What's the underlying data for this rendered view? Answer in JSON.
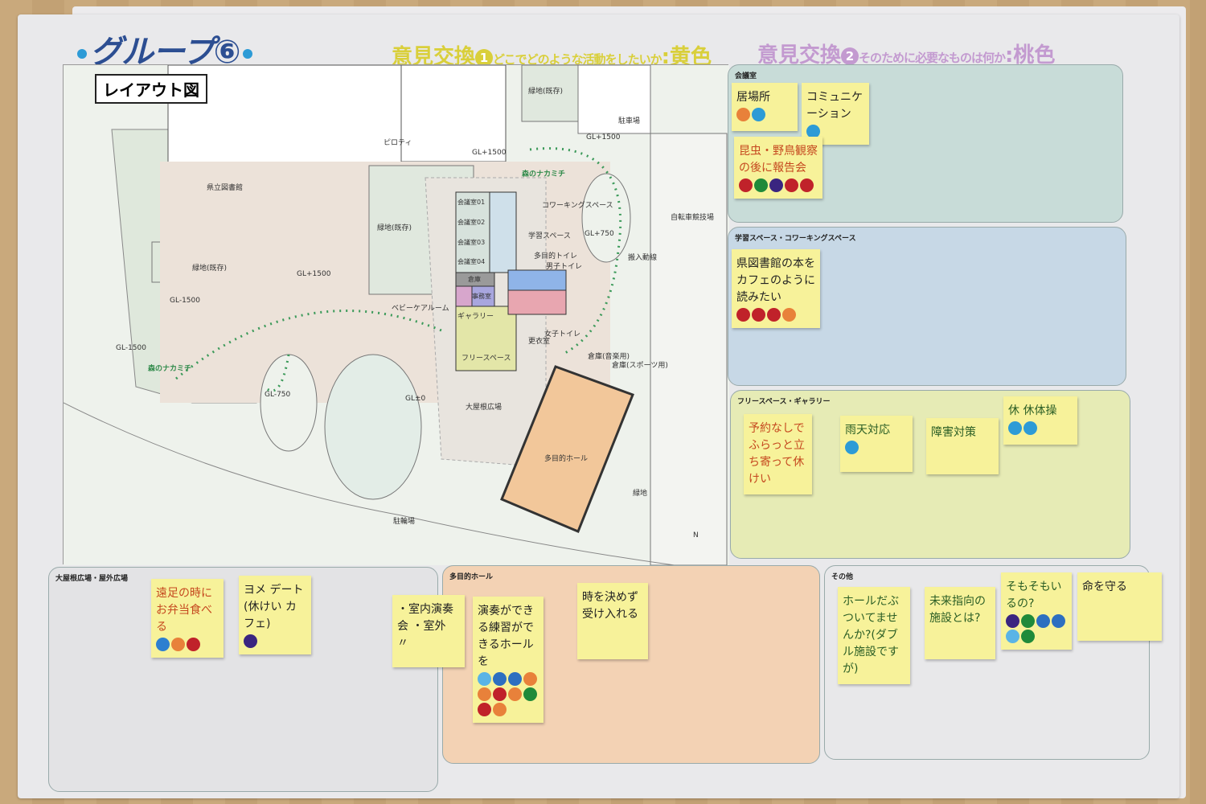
{
  "header": {
    "title": "グループ⑥",
    "q1_label": "意見交換",
    "q1_num": "1",
    "q1_text": "どこでどのような活動をしたいか",
    "q1_color_label": ":黄色",
    "q2_label": "意見交換",
    "q2_num": "2",
    "q2_text": "そのために必要なものは何か",
    "q2_color_label": ":桃色"
  },
  "map": {
    "title": "レイアウト図",
    "labels": {
      "library": "県立図書館",
      "green1": "緑地(既存)",
      "green2": "緑地(既存)",
      "green3": "緑地(既存)",
      "piloti": "ピロティ",
      "gl1500a": "GL+1500",
      "gl1500b": "GL+1500",
      "gl1500c": "GL+1500",
      "gl1500d": "GL-1500",
      "gl1500e": "GL-1500",
      "parking": "駐車場",
      "bike": "自転車競技場",
      "mori1": "森のナカミチ",
      "mori2": "森のナカミチ",
      "mtg1": "会議室01",
      "mtg2": "会議室02",
      "mtg3": "会議室03",
      "mtg4": "会議室04",
      "cowork": "コワーキングスペース",
      "study": "学習スペース",
      "mtoilet": "多目的トイレ",
      "men": "男子トイレ",
      "storage": "倉庫",
      "office": "事務室",
      "baby": "ベビーケアルーム",
      "gallery": "ギャラリー",
      "women": "女子トイレ",
      "locker": "更衣室",
      "free": "フリースペース",
      "gl750a": "GL+750",
      "gl750b": "GL-750",
      "glzero": "GL±0",
      "carry": "搬入動線",
      "st_music": "倉庫(音楽用)",
      "st_sports": "倉庫(スポーツ用)",
      "plaza": "大屋根広場",
      "hall": "多目的ホール",
      "green4": "緑地",
      "bicycle": "駐輪場",
      "north": "N"
    }
  },
  "panels": {
    "meeting": {
      "title": "会議室",
      "notes": [
        {
          "text": "居場所",
          "dots": [
            "#e8813a",
            "#2d9bd6"
          ]
        },
        {
          "text": "コミュニケーション",
          "dots": [
            "#2d9bd6"
          ]
        },
        {
          "text": "昆虫・野鳥観察の後に報告会",
          "dots": [
            "#c0222a",
            "#1f8a3a",
            "#3a2580",
            "#c0222a",
            "#c0222a"
          ]
        }
      ]
    },
    "study": {
      "title": "学習スペース・コワーキングスペース",
      "notes": [
        {
          "text": "県図書館の本をカフェのように読みたい",
          "dots": [
            "#c0222a",
            "#c0222a",
            "#c0222a",
            "#e8813a"
          ]
        }
      ]
    },
    "free": {
      "title": "フリースペース・ギャラリー",
      "notes": [
        {
          "text": "予約なしでふらっと立ち寄って休けい",
          "dots": []
        },
        {
          "text": "雨天対応",
          "dots": [
            "#2d9bd6"
          ]
        },
        {
          "text": "障害対策",
          "dots": []
        },
        {
          "text": "休 休体操",
          "dots": [
            "#2d9bd6",
            "#2d9bd6"
          ]
        }
      ]
    },
    "plaza": {
      "title": "大屋根広場・屋外広場",
      "notes": [
        {
          "text": "遠足の時にお弁当食べる",
          "dots": [
            "#2d7fd0",
            "#e8813a",
            "#c0222a"
          ]
        },
        {
          "text": "ヨメ デート (休けい カフェ)",
          "dots": [
            "#3a2580"
          ]
        }
      ]
    },
    "hall": {
      "title": "多目的ホール",
      "notes": [
        {
          "text": "・室内演奏会 ・室外 〃",
          "dots": []
        },
        {
          "text": "演奏ができる練習ができるホールを",
          "dots": [
            "#5ab4e6",
            "#2d6fc0",
            "#2d6fc0",
            "#e8813a",
            "#e8813a",
            "#c0222a",
            "#e8813a",
            "#1f8a3a",
            "#c0222a",
            "#e8813a"
          ]
        },
        {
          "text": "時を決めず受け入れる",
          "dots": []
        }
      ]
    },
    "other": {
      "title": "その他",
      "notes": [
        {
          "text": "ホールだぶついてませんか?(ダブル施設ですが)",
          "dots": []
        },
        {
          "text": "未来指向の施設とは?",
          "dots": []
        },
        {
          "text": "そもそもいるの?",
          "dots": [
            "#3a2580",
            "#1f8a3a",
            "#2d6fc0",
            "#2d6fc0",
            "#5ab4e6",
            "#1f8a3a"
          ]
        },
        {
          "text": "命を守る",
          "dots": []
        }
      ]
    }
  }
}
